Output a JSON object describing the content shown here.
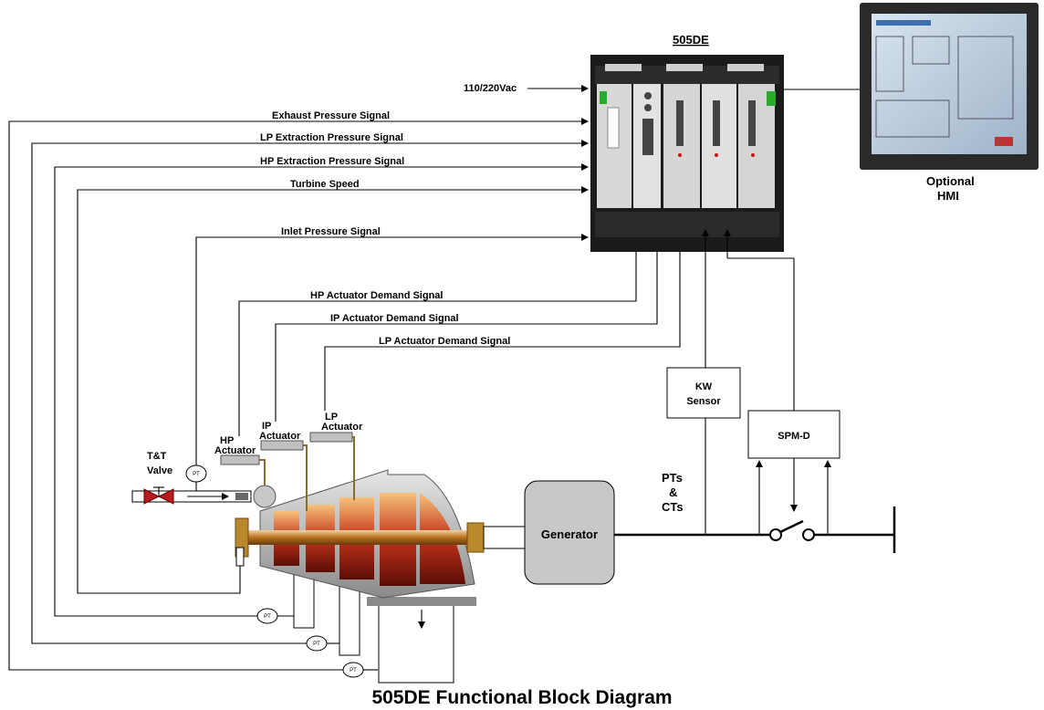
{
  "title": "505DE Functional Block Diagram",
  "controller": {
    "label": "505DE",
    "power_input": "110/220Vac"
  },
  "hmi": {
    "line1": "Optional",
    "line2": "HMI"
  },
  "inputs": {
    "exhaust": "Exhaust Pressure Signal",
    "lp_extraction": "LP Extraction Pressure Signal",
    "hp_extraction": "HP Extraction Pressure Signal",
    "speed": "Turbine Speed",
    "inlet": "Inlet Pressure Signal"
  },
  "outputs": {
    "hp": "HP Actuator Demand Signal",
    "ip": "IP Actuator Demand Signal",
    "lp": "LP Actuator Demand Signal"
  },
  "actuators": {
    "hp": {
      "line1": "HP",
      "line2": "Actuator"
    },
    "ip": {
      "line1": "IP",
      "line2": "Actuator"
    },
    "lp": {
      "line1": "LP",
      "line2": "Actuator"
    }
  },
  "valve": {
    "line1": "T&T",
    "line2": "Valve"
  },
  "kw_sensor": {
    "line1": "KW",
    "line2": "Sensor"
  },
  "spm": "SPM-D",
  "generator": "Generator",
  "pts": {
    "line1": "PTs",
    "line2": "&",
    "line3": "CTs"
  },
  "pt_label": "PT"
}
